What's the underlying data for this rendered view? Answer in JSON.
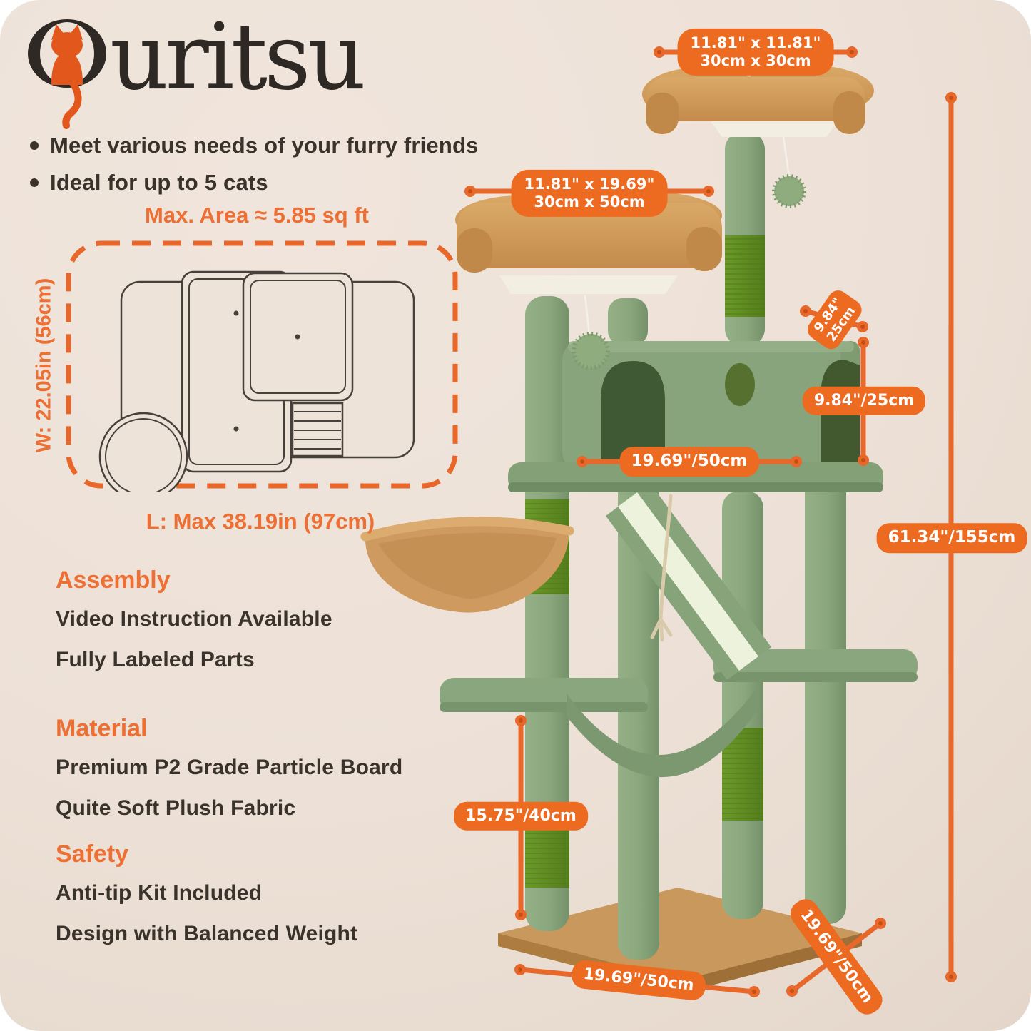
{
  "brand": {
    "name": "ouritsu",
    "logo_rest": "uritsu",
    "logo_icon": "cat-silhouette"
  },
  "features": [
    "Meet various needs of your furry friends",
    "Ideal for up to 5 cats"
  ],
  "floorplan": {
    "title": "Max. Area ≈ 5.85 sq ft",
    "width_label": "W: 22.05in (56cm)",
    "length_label": "L: Max 38.19in (97cm)"
  },
  "sections": [
    {
      "title": "Assembly",
      "items": [
        "Video Instruction Available",
        "Fully Labeled Parts"
      ]
    },
    {
      "title": "Material",
      "items": [
        "Premium P2 Grade Particle Board",
        "Quite Soft Plush Fabric"
      ]
    },
    {
      "title": "Safety",
      "items": [
        "Anti-tip Kit Included",
        "Design with Balanced Weight"
      ]
    }
  ],
  "dimensions": {
    "top_perch": {
      "line1": "11.81\" x 11.81\"",
      "line2": "30cm x 30cm"
    },
    "second_perch": {
      "line1": "11.81\" x 19.69\"",
      "line2": "30cm x 50cm"
    },
    "condo_depth": {
      "line1": "9.84\"",
      "line2": "25cm"
    },
    "condo_height": "9.84\"/25cm",
    "condo_width": "19.69\"/50cm",
    "total_height": "61.34\"/155cm",
    "lower_height": "15.75\"/40cm",
    "base_length": "19.69\"/50cm",
    "base_depth": "19.69\"/50cm"
  },
  "colors": {
    "accent_orange": "#E8672A",
    "pill_orange": "#ED6A21",
    "text_dark": "#3A332C",
    "heading_orange": "#ED6F33",
    "background_beige": "#EDE1D7",
    "sage_green": "#8AA67E",
    "sisal_green": "#5F8B21",
    "plush_tan": "#CE9A5F",
    "board_white": "#F3EEE2"
  }
}
